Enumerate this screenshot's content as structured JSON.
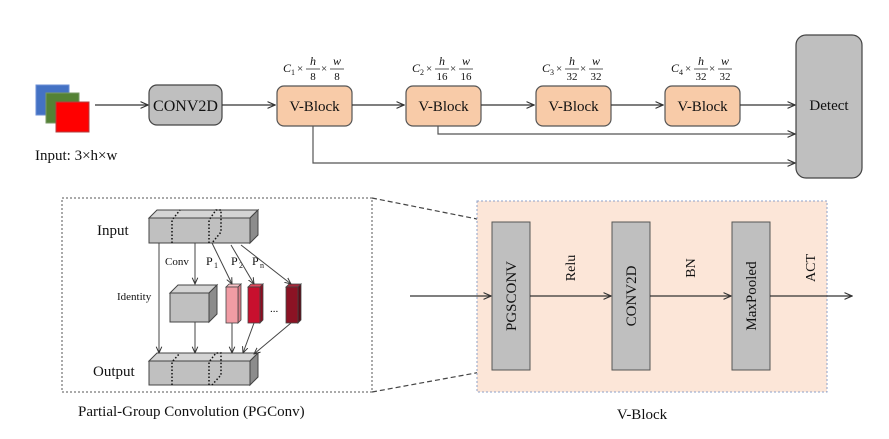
{
  "top_pipeline": {
    "input_label": "Input: 3×h×w",
    "conv_label": "CONV2D",
    "vblocks": [
      {
        "label": "V-Block",
        "c": "C",
        "sub": "1",
        "hd": "8",
        "wd": "8"
      },
      {
        "label": "V-Block",
        "c": "C",
        "sub": "2",
        "hd": "16",
        "wd": "16"
      },
      {
        "label": "V-Block",
        "c": "C",
        "sub": "3",
        "hd": "32",
        "wd": "32"
      },
      {
        "label": "V-Block",
        "c": "C",
        "sub": "4",
        "hd": "32",
        "wd": "32"
      }
    ],
    "h_symbol": "h",
    "w_symbol": "w",
    "times": "×",
    "detect_label": "Detect"
  },
  "pgconv": {
    "input_label": "Input",
    "output_label": "Output",
    "identity_label": "Identity",
    "conv_label": "Conv",
    "p_labels": [
      {
        "p": "P",
        "sub": "1"
      },
      {
        "p": "P",
        "sub": "2"
      },
      {
        "p": "P",
        "sub": "n"
      }
    ],
    "ellipsis": "...",
    "caption": "Partial-Group Convolution (PGConv)"
  },
  "vblock_detail": {
    "blocks": [
      "PGSCONV",
      "CONV2D",
      "MaxPooled"
    ],
    "edge_labels": [
      "Relu",
      "BN",
      "ACT"
    ],
    "caption": "V-Block"
  },
  "colors": {
    "gray_box": "#bfbfbf",
    "vblock_fill": "#f8cba8",
    "vblock_panel": "#fce6d8",
    "input_blue": "#4472c4",
    "input_green": "#548235",
    "input_red": "#ff0000",
    "p1": "#f19ca4",
    "p2": "#c8102e",
    "pn": "#8b1324"
  }
}
